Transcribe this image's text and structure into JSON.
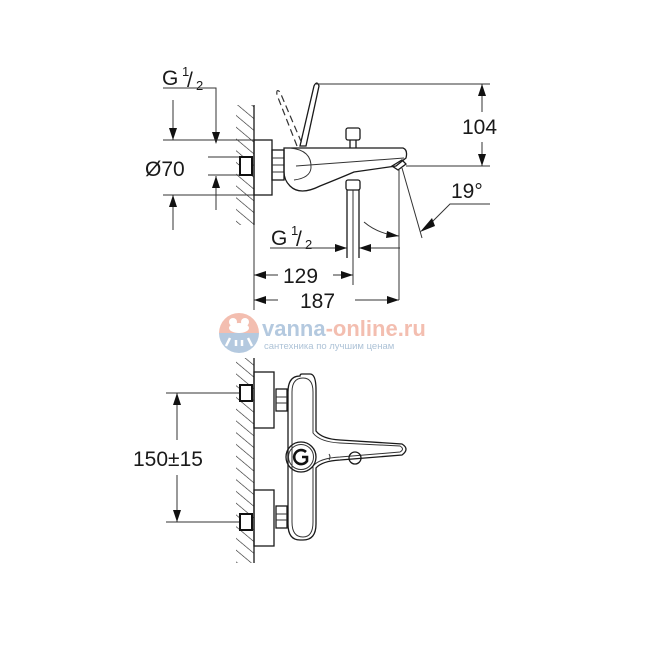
{
  "drawing": {
    "side_view": {
      "thread_top": {
        "letter": "G",
        "num": "1",
        "den": "2"
      },
      "diameter": "Ø70",
      "height_dim": "104",
      "angle_dim": "19°",
      "thread_bottom": {
        "letter": "G",
        "num": "1",
        "den": "2"
      },
      "depth_dim_1": "129",
      "depth_dim_2": "187"
    },
    "front_view": {
      "center_distance": "150±15"
    }
  },
  "watermark": {
    "brand_part1": "vanna",
    "brand_part2": "-online.ru",
    "tagline": "сантехника по лучшим ценам",
    "colors": {
      "blue": "#a7c0da",
      "salmon": "#f2b3a3"
    }
  }
}
